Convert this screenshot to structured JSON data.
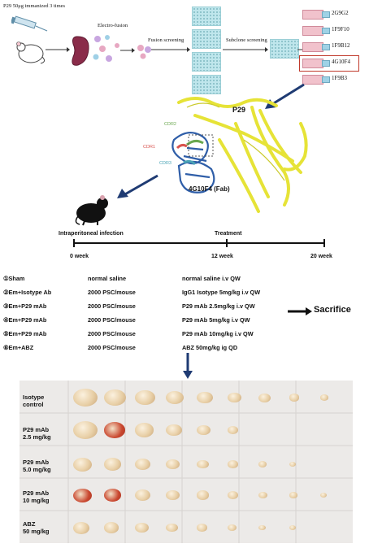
{
  "workflow": {
    "immunization_label": "P29 50μg  immanized 3 times",
    "electrofusion_label": "Electro-fusion",
    "fusion_screening_label": "Fusion screening",
    "subclone_screening_label": "Subclone screening",
    "clones": [
      "2G9G2",
      "1F9F10",
      "1F9B12",
      "4G10F4",
      "1F9B3"
    ],
    "highlighted_clone": "4G10F4"
  },
  "structure": {
    "protein_label": "P29",
    "cdr_labels": [
      "CDR2",
      "CDR1",
      "CDR3"
    ],
    "cdr_colors": [
      "#6aa84f",
      "#d9534f",
      "#4aa3b5"
    ],
    "fab_label": "4G10F4 (Fab)"
  },
  "timeline": {
    "infection_label": "Intraperitoneal infection",
    "treatment_label": "Treatment",
    "ticks": [
      "0 week",
      "12 week",
      "20 week"
    ]
  },
  "groups": [
    {
      "name": "①Sham",
      "dose": "normal saline",
      "treatment": "normal saline  i.v QW"
    },
    {
      "name": "②Em+Isotype Ab",
      "dose": "2000 PSC/mouse",
      "treatment": "IgG1 Isotype 5mg/kg i.v QW"
    },
    {
      "name": "③Em+P29 mAb",
      "dose": "2000 PSC/mouse",
      "treatment": "P29 mAb 2.5mg/kg i.v QW"
    },
    {
      "name": "④Em+P29 mAb",
      "dose": "2000 PSC/mouse",
      "treatment": "P29 mAb 5mg/kg i.v QW"
    },
    {
      "name": "⑤Em+P29 mAb",
      "dose": "2000 PSC/mouse",
      "treatment": "P29 mAb 10mg/kg i.v QW"
    },
    {
      "name": "⑥Em+ABZ",
      "dose": "2000 PSC/mouse",
      "treatment": "ABZ 50mg/kg ig QD"
    }
  ],
  "sacrifice_label": "Sacrifice",
  "photo_rows": [
    {
      "label": "Isotype\ncontrol",
      "count": 9
    },
    {
      "label": "P29 mAb\n2.5 mg/kg",
      "count": 6
    },
    {
      "label": "P29 mAb\n5.0 mg/kg",
      "count": 8
    },
    {
      "label": "P29 mAb\n10 mg/kg",
      "count": 9
    },
    {
      "label": "ABZ\n50 mg/kg",
      "count": 8
    }
  ]
}
